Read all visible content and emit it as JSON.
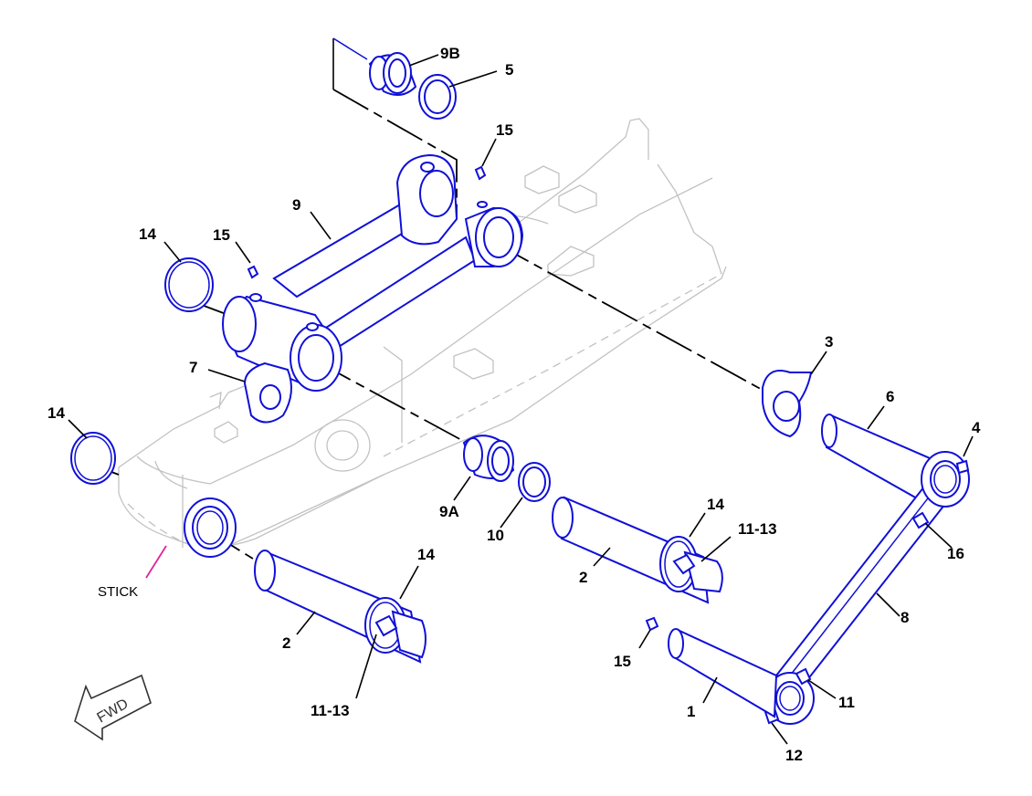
{
  "diagram": {
    "part_color": "#1010d8",
    "ghost_color": "#c2c2c2",
    "leader_color": "#000000",
    "stick_pointer_color": "#e0249a",
    "callouts": {
      "c9b": "9B",
      "c5": "5",
      "c15a": "15",
      "c9": "9",
      "c14a": "14",
      "c15b": "15",
      "c7": "7",
      "c14b": "14",
      "c3": "3",
      "c6": "6",
      "c4": "4",
      "c9a": "9A",
      "c10": "10",
      "c14c": "14",
      "c1113a": "11-13",
      "c2a": "2",
      "c16": "16",
      "c14d": "14",
      "c2b": "2",
      "c8": "8",
      "c15c": "15",
      "c11": "11",
      "c1": "1",
      "c1113b": "11-13",
      "c12": "12"
    },
    "stick_label": "STICK",
    "fwd_label": "FWD",
    "fwd_icon": "forward-arrow-icon"
  }
}
